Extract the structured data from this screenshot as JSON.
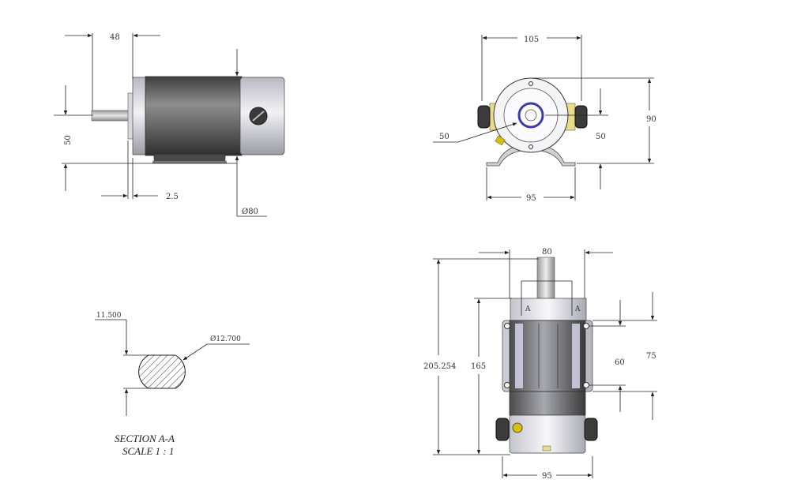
{
  "side_view": {
    "dim_shaft_length": "48",
    "dim_height": "50",
    "dim_flange": "2.5",
    "dim_body_diameter": "Ø80"
  },
  "front_view": {
    "dim_top_width": "105",
    "dim_height": "90",
    "dim_inner_left": "50",
    "dim_inner_right": "50",
    "dim_base_width": "95"
  },
  "section_view": {
    "dim_flat": "11.500",
    "dim_diameter": "Ø12.700",
    "title": "SECTION A-A",
    "scale": "SCALE 1 : 1",
    "section_marker_left": "A",
    "section_marker_right": "A"
  },
  "top_view": {
    "dim_shaft_width": "80",
    "dim_overall_length": "205.254",
    "dim_body_length": "165",
    "dim_mount_spacing": "60",
    "dim_mount_outer": "75",
    "dim_base_width": "95"
  },
  "colors": {
    "motor_dark": "#5a5a5a",
    "motor_light": "#c9c9cf",
    "accent_yellow": "#d8c000",
    "accent_blue": "#3a3aa8"
  }
}
